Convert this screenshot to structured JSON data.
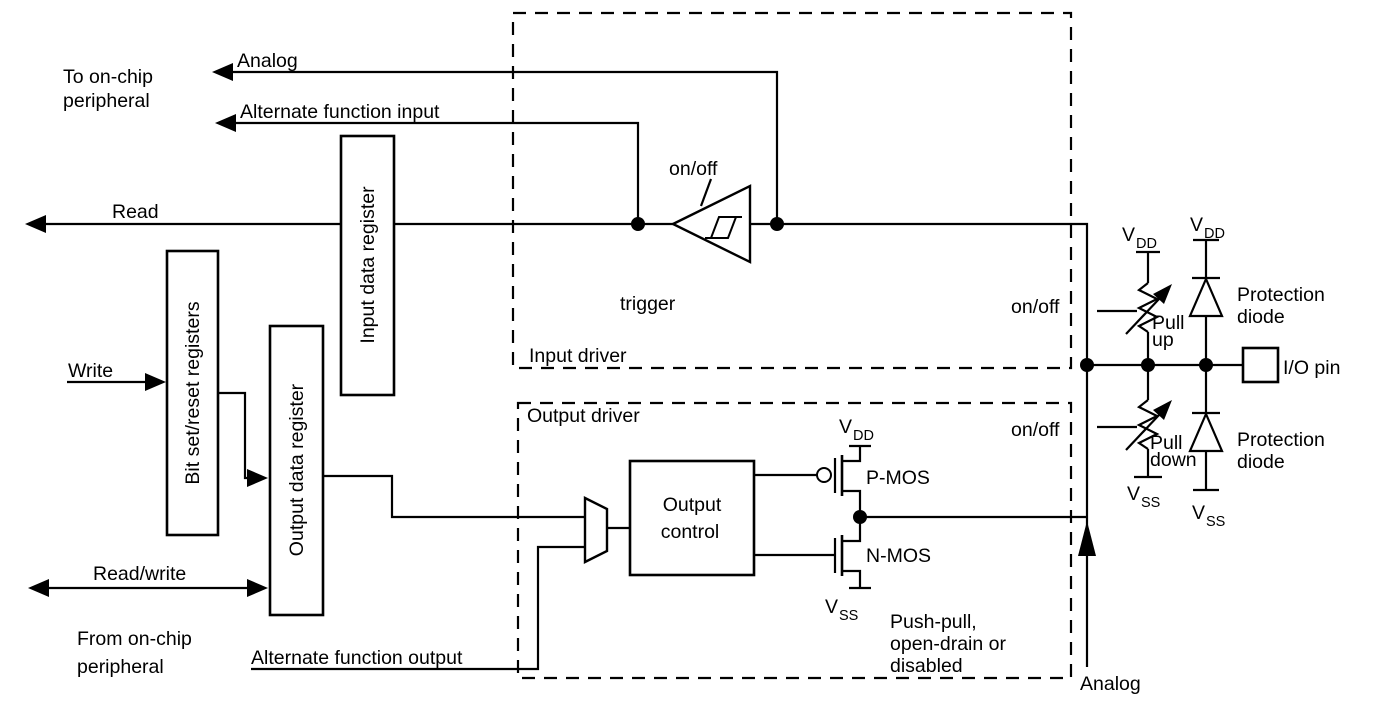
{
  "labels": {
    "to_peripheral_1": "To on-chip",
    "to_peripheral_2": "peripheral",
    "analog_top": "Analog",
    "alt_function_input": "Alternate function input",
    "read": "Read",
    "write": "Write",
    "read_write": "Read/write",
    "from_peripheral_1": "From on-chip",
    "from_peripheral_2": "peripheral",
    "alt_function_output": "Alternate function output",
    "input_data_register": "Input data register",
    "bit_set_reset_registers": "Bit set/reset registers",
    "output_data_register": "Output data register",
    "input_driver": "Input driver",
    "output_driver": "Output driver",
    "trigger": "trigger",
    "on_off": "on/off",
    "output_control_1": "Output",
    "output_control_2": "control",
    "pmos": "P-MOS",
    "nmos": "N-MOS",
    "v_base": "V",
    "vdd_sub": "DD",
    "vss_sub": "SS",
    "pull_up_1": "Pull",
    "pull_up_2": "up",
    "pull_down_1": "Pull",
    "pull_down_2": "down",
    "protection_diode_1": "Protection",
    "protection_diode_2": "diode",
    "io_pin": "I/O pin",
    "push_pull_1": "Push-pull,",
    "push_pull_2": "open-drain or",
    "push_pull_3": "disabled",
    "analog_bottom": "Analog"
  },
  "colors": {
    "line": "#000000",
    "background": "#ffffff"
  }
}
